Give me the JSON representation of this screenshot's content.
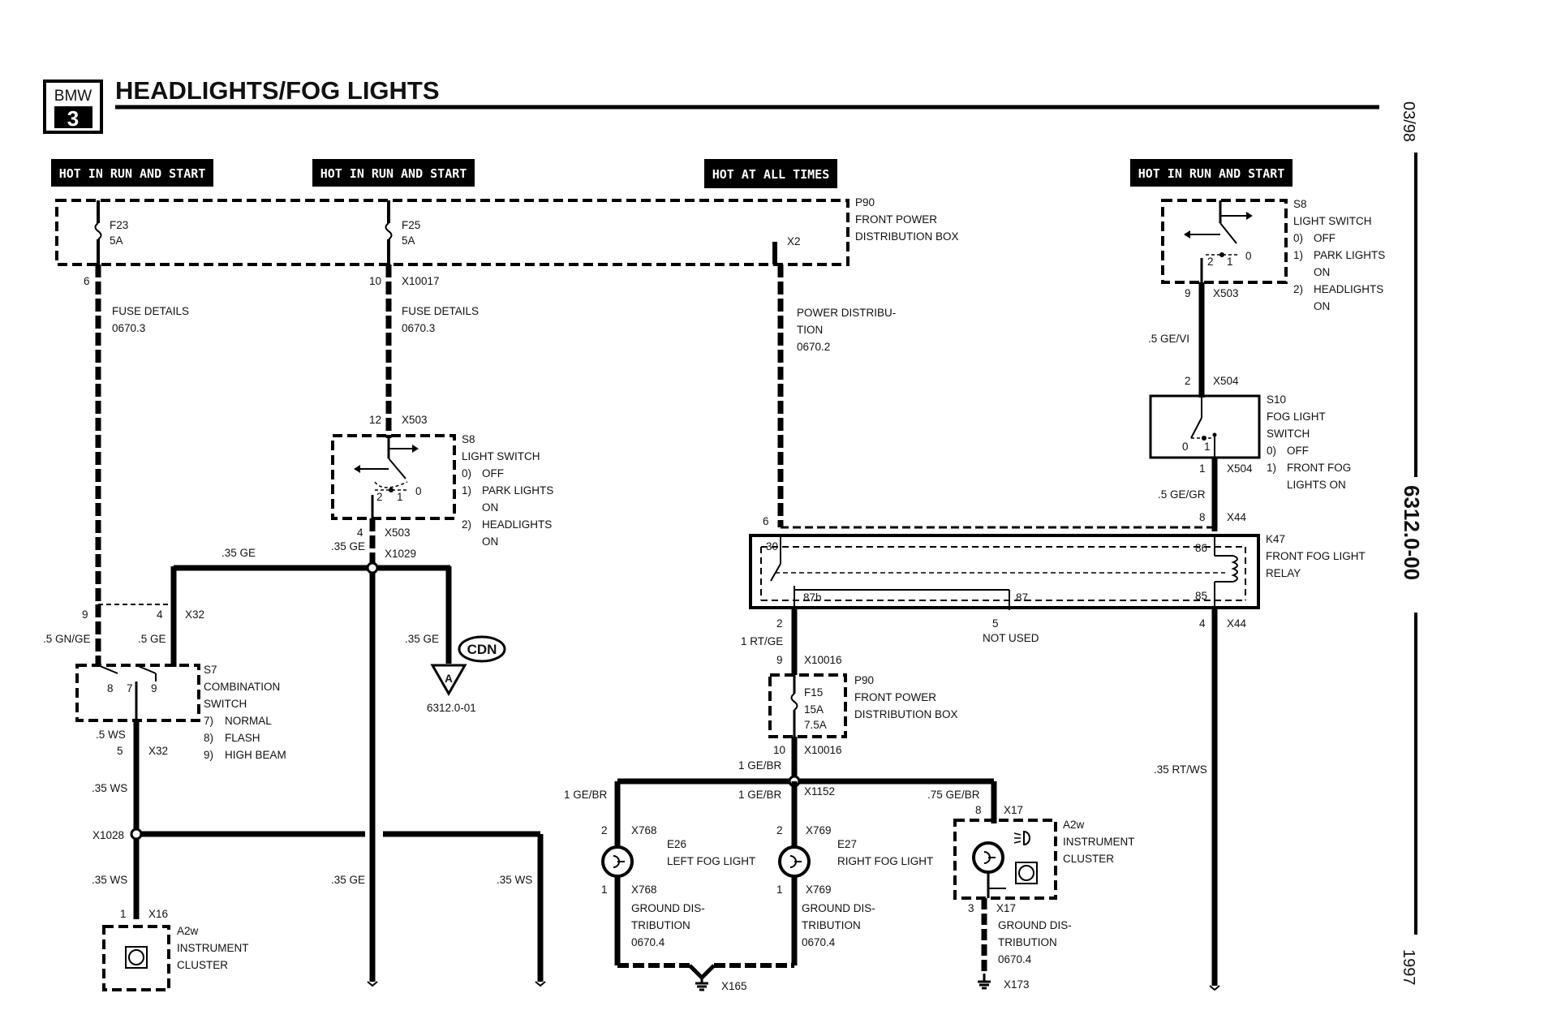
{
  "header": {
    "logo_top": "BMW",
    "logo_num": "3",
    "title": "HEADLIGHTS/FOG LIGHTS",
    "date": "03/98",
    "page_code": "6312.0-00",
    "year": "1997"
  },
  "supply_labels": {
    "h1": "HOT IN RUN AND START",
    "h2": "HOT IN RUN AND START",
    "h3": "HOT AT ALL TIMES",
    "h4": "HOT IN RUN AND START"
  },
  "p90_top": {
    "id": "P90",
    "line1": "FRONT POWER",
    "line2": "DISTRIBUTION BOX",
    "f23": "F23",
    "f23_amp": "5A",
    "f25": "F25",
    "f25_amp": "5A",
    "x2": "X2"
  },
  "wires": {
    "pin6": "6",
    "pin10": "10",
    "x10017": "X10017",
    "fuse_details_a": "FUSE DETAILS",
    "fuse_ref_a": "0670.3",
    "fuse_details_b": "FUSE DETAILS",
    "fuse_ref_b": "0670.3",
    "power_dist_1": "POWER DISTRIBU-",
    "power_dist_2": "TION",
    "power_dist_ref": "0670.2",
    "w_35ge_a": ".35 GE",
    "w_35ge_b": ".35 GE",
    "w_35ge_c": ".35 GE",
    "w_35ge_d": ".35 GE",
    "w_5gnge": ".5 GN/GE",
    "w_5ge": ".5 GE",
    "w_5ws": ".5 WS",
    "w_35ws_a": ".35 WS",
    "w_35ws_b": ".35 WS",
    "w_35ws_c": ".35 WS",
    "w_5gevi": ".5 GE/VI",
    "w_5gegr": ".5 GE/GR",
    "w_1rtge": "1 RT/GE",
    "w_1gebr_a": "1 GE/BR",
    "w_1gebr_b": "1 GE/BR",
    "w_1gebr_c": "1 GE/BR",
    "w_75gebr": ".75 GE/BR",
    "w_35rtws": ".35 RT/WS"
  },
  "connectors": {
    "x1029": "X1029",
    "x32_a": "X32",
    "x32_b": "X32",
    "x1028": "X1028",
    "x16": "X16",
    "x503_a": "X503",
    "x503_b": "X503",
    "x503_c": "X503",
    "x504_a": "X504",
    "x504_b": "X504",
    "x44_a": "X44",
    "x44_b": "X44",
    "x10016_a": "X10016",
    "x10016_b": "X10016",
    "x1152": "X1152",
    "x768_a": "X768",
    "x768_b": "X768",
    "x769_a": "X769",
    "x769_b": "X769",
    "x17_a": "X17",
    "x17_b": "X17",
    "x165": "X165",
    "x173": "X173"
  },
  "pins": {
    "p12": "12",
    "p4": "4",
    "p9a": "9",
    "p4b": "4",
    "p8": "8",
    "p7": "7",
    "p9b": "9",
    "p5": "5",
    "p1a": "1",
    "p9c": "9",
    "p2a": "2",
    "p1b": "1",
    "p6": "6",
    "p8b": "8",
    "p30": "30",
    "p86": "86",
    "p87b": "87b",
    "p87": "87",
    "p85": "85",
    "p2b": "2",
    "p5b": "5",
    "p4c": "4",
    "p9d": "9",
    "p10": "10",
    "p2c": "2",
    "p2d": "2",
    "p8c": "8",
    "p1c": "1",
    "p1d": "1",
    "p3": "3"
  },
  "s8_left": {
    "id": "S8",
    "name": "LIGHT SWITCH",
    "o0n": "0)",
    "o0": "OFF",
    "o1n": "1)",
    "o1": "PARK LIGHTS",
    "o1b": "ON",
    "o2n": "2)",
    "o2": "HEADLIGHTS",
    "o2b": "ON",
    "c2": "2",
    "c1": "1",
    "c0": "0"
  },
  "s8_right": {
    "id": "S8",
    "name": "LIGHT SWITCH",
    "o0n": "0)",
    "o0": "OFF",
    "o1n": "1)",
    "o1": "PARK LIGHTS",
    "o1b": "ON",
    "o2n": "2)",
    "o2": "HEADLIGHTS",
    "o2b": "ON",
    "c2": "2",
    "c1": "1",
    "c0": "0"
  },
  "s7": {
    "id": "S7",
    "l1": "COMBINATION",
    "l2": "SWITCH",
    "o7n": "7)",
    "o7": "NORMAL",
    "o8n": "8)",
    "o8": "FLASH",
    "o9n": "9)",
    "o9": "HIGH BEAM"
  },
  "cdn": {
    "label": "CDN",
    "arrow": "A",
    "ref": "6312.0-01"
  },
  "s10": {
    "id": "S10",
    "l1": "FOG LIGHT",
    "l2": "SWITCH",
    "o0n": "0)",
    "o0": "OFF",
    "o1n": "1)",
    "o1": "FRONT FOG",
    "o1b": "LIGHTS ON",
    "c0": "0",
    "c1": "1"
  },
  "k47": {
    "id": "K47",
    "l1": "FRONT FOG LIGHT",
    "l2": "RELAY",
    "not_used": "NOT USED"
  },
  "p90_low": {
    "id": "P90",
    "l1": "FRONT POWER",
    "l2": "DISTRIBUTION BOX",
    "f15": "F15",
    "a1": "15A",
    "a2": "7.5A"
  },
  "e26": {
    "id": "E26",
    "name": "LEFT FOG LIGHT"
  },
  "e27": {
    "id": "E27",
    "name": "RIGHT FOG LIGHT"
  },
  "a2w_right": {
    "id": "A2w",
    "l1": "INSTRUMENT",
    "l2": "CLUSTER"
  },
  "a2w_left": {
    "id": "A2w",
    "l1": "INSTRUMENT",
    "l2": "CLUSTER"
  },
  "grounds": {
    "g1a": "GROUND DIS-",
    "g1b": "TRIBUTION",
    "g1c": "0670.4",
    "g2a": "GROUND DIS-",
    "g2b": "TRIBUTION",
    "g2c": "0670.4",
    "g3a": "GROUND DIS-",
    "g3b": "TRIBUTION",
    "g3c": "0670.4"
  }
}
